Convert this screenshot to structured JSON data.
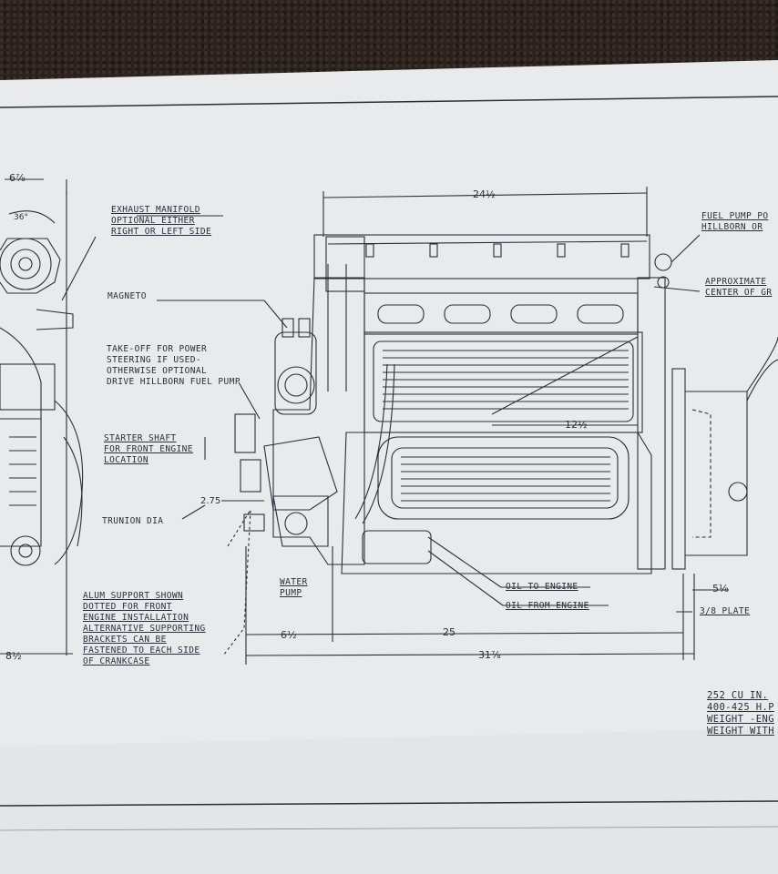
{
  "drawing": {
    "labels": {
      "exhaust_manifold": "EXHAUST MANIFOLD\nOPTIONAL EITHER\nRIGHT OR LEFT SIDE",
      "magneto": "MAGNETO",
      "take_off": "TAKE-OFF FOR POWER\nSTEERING IF USED-\nOTHERWISE OPTIONAL\nDRIVE HILLBORN FUEL PUMP",
      "starter_shaft": "STARTER SHAFT\nFOR FRONT ENGINE\nLOCATION",
      "trunion_dia": "TRUNION DIA",
      "alum_support": "ALUM SUPPORT SHOWN\nDOTTED FOR FRONT\nENGINE INSTALLATION\nALTERNATIVE SUPPORTING\nBRACKETS CAN BE\nFASTENED TO EACH SIDE\nOF CRANKCASE",
      "water_pump": "WATER\nPUMP",
      "oil_to_engine": "OIL TO ENGINE",
      "oil_from_engine": "OIL FROM ENGINE",
      "fuel_pump": "FUEL PUMP PO\nHILLBORN OR",
      "approx_center": "APPROXIMATE\nCENTER OF GR",
      "plate": "3/8 PLATE",
      "specs": "252 CU IN.\n400-425 H.P\nWEIGHT -ENG\nWEIGHT WITH"
    },
    "dimensions": {
      "d_6_7_8": "6⅞",
      "d_36": "36°",
      "d_24_1_2": "24½",
      "d_12_1_2": "12½",
      "d_2_75": "2.75",
      "d_6_1_2": "6½",
      "d_25": "25",
      "d_31_7_8": "31⅞",
      "d_5_8": "5⅛",
      "d_8_1_2": "8½"
    },
    "colors": {
      "paper": "#e9ebec",
      "ink": "#2b2e3a",
      "background": "#2b221e"
    }
  }
}
